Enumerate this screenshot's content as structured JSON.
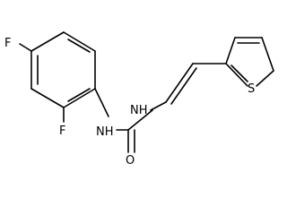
{
  "molecule": {
    "atoms": {
      "f_top": "F",
      "f_ortho": "F",
      "nh_left": "NH",
      "nh_right": "NH",
      "o": "O",
      "s": "S"
    },
    "colors": {
      "bond": "#000000",
      "label": "#000000",
      "background": "#ffffff"
    }
  }
}
